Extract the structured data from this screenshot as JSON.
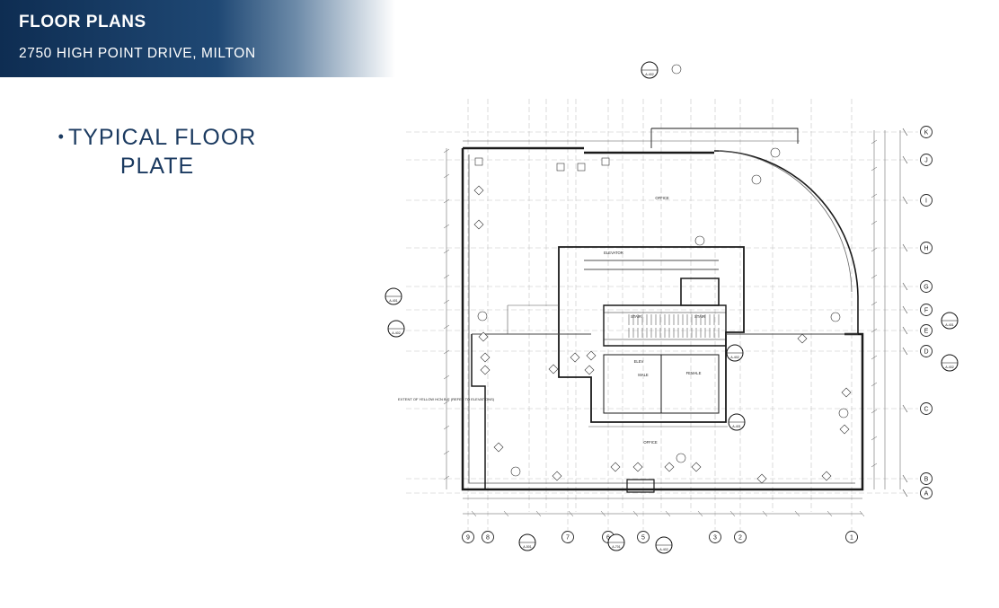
{
  "header": {
    "title": "FLOOR PLANS",
    "subtitle": "2750 HIGH POINT DRIVE, MILTON"
  },
  "content": {
    "bullet_text": "TYPICAL FLOOR PLATE"
  },
  "plan": {
    "row_grid_labels": [
      "K",
      "J",
      "I",
      "H",
      "G",
      "F",
      "E",
      "D",
      "C",
      "B",
      "A"
    ],
    "column_grid_labels": [
      "9",
      "8",
      "7",
      "6",
      "5",
      "3",
      "2",
      "1"
    ],
    "room_labels": [
      "OFFICE",
      "ELEVATOR",
      "STAIR",
      "STAIR",
      "ELEV",
      "FEMALE",
      "MALE",
      "OFFICE"
    ],
    "note_text": "EXTENT OF YELLOW HCN B-E (REFER TO ELEVATIONS)",
    "section_tags": [
      "A-402",
      "A-401",
      "A-402",
      "A-401",
      "A-402",
      "A-501",
      "A-701"
    ]
  }
}
